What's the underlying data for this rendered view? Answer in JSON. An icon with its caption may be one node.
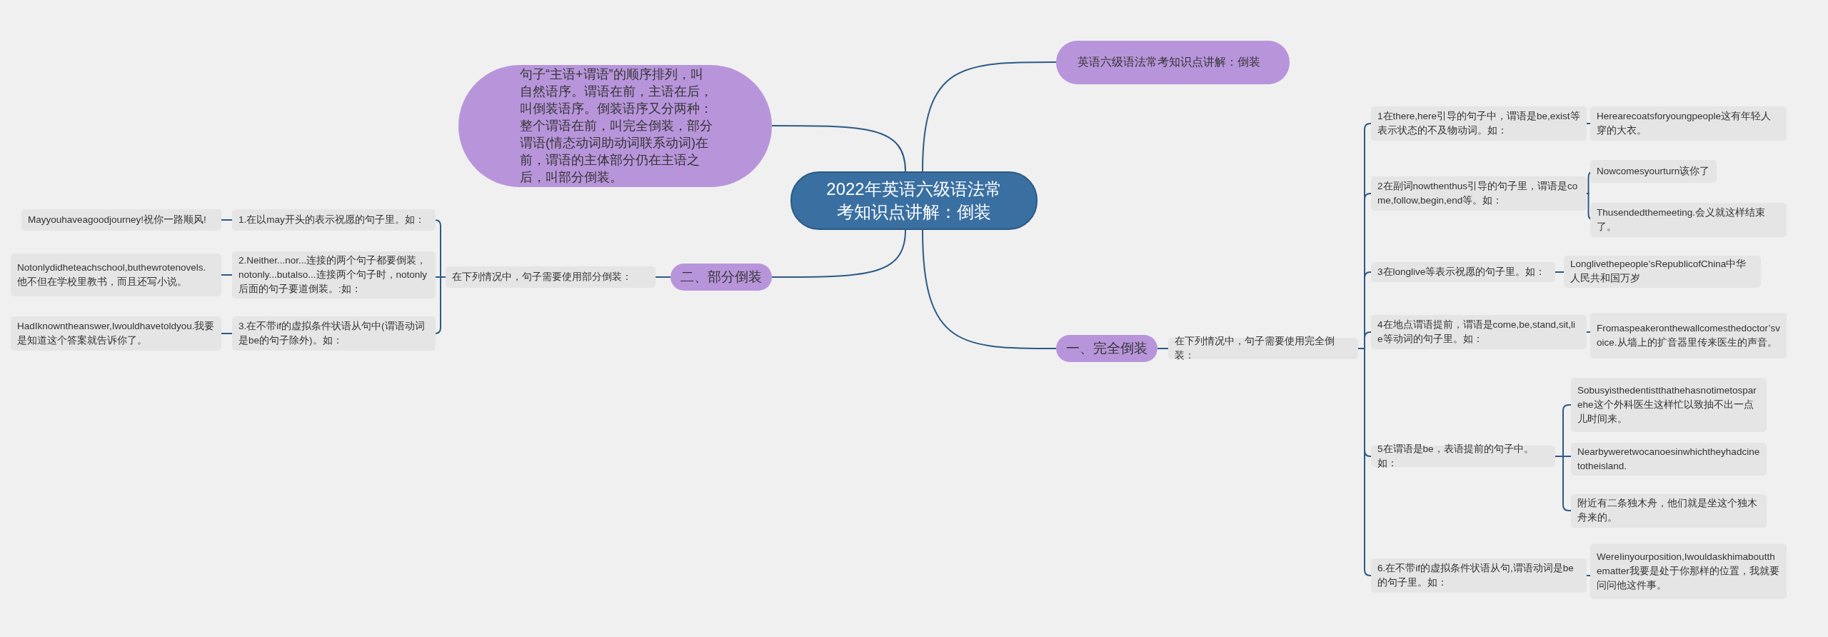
{
  "diagram": {
    "nodes": [
      {
        "text": [
          "2022年英语六级语法常考知识点讲解：倒装"
        ]
      },
      {
        "text": [
          "句子“主语+谓语”的顺序排列，叫自然语序。谓语在前，主语在后，叫倒装语序。倒装语序又分两种：整个谓语在前，叫完全倒装，部分谓语(情态动词助动词联系动词)在前，谓语的主体部分仍在主语之后，叫部分倒装。"
        ]
      },
      {
        "text": [
          "英语六级语法常考知识点讲解：倒装"
        ]
      },
      {
        "text": [
          "二、部分倒装"
        ]
      },
      {
        "text": [
          "在下列情况中，句子需要使用部分倒装："
        ]
      },
      {
        "text": [
          "1.在以may开头的表示祝愿的句子里。如："
        ]
      },
      {
        "text": [
          "2.Neither...nor...连接的两个句子都要倒装，notonly...butalso...连接两个句子时，notonly后面的句子要道倒装。:如："
        ]
      },
      {
        "text": [
          "3.在不带if的虚拟条件状语从句中(谓语动词是be的句子除外)。如："
        ]
      },
      {
        "text": [
          "Mayyouhaveagoodjourney!祝你一路顺风!"
        ]
      },
      {
        "text": [
          "Notonlydidheteachschool,buthewrotenovels.他不但在学校里教书，而且还写小说。"
        ]
      },
      {
        "text": [
          "HadIknowntheanswer,Iwouldhavetoldyou.我要是知道这个答案就告诉你了。"
        ]
      },
      {
        "text": [
          "一、完全倒装"
        ]
      },
      {
        "text": [
          "在下列情况中，句子需要使用完全倒装："
        ]
      },
      {
        "text": [
          "1在there,here引导的句子中，谓语是be,exist等表示状态的不及物动词。如："
        ]
      },
      {
        "text": [
          "2在副词nowthenthus引导的句子里，谓语是come,follow,begin,end等。如："
        ]
      },
      {
        "text": [
          "3在longlive等表示祝愿的句子里。如："
        ]
      },
      {
        "text": [
          "4在地点谓语提前，谓语是come,be,stand,sit,lie等动词的句子里。如："
        ]
      },
      {
        "text": [
          "5在谓语是be，表语提前的句子中。如："
        ]
      },
      {
        "text": [
          "6.在不带if的虚拟条件状语从句,谓语动词是be的句子里。如："
        ]
      },
      {
        "text": [
          "Herearecoatsforyoungpeople这有年轻人穿的大衣。"
        ]
      },
      {
        "text": [
          "Nowcomesyourturn该你了"
        ]
      },
      {
        "text": [
          "Thusendedthemeeting.会义就这样结束了。"
        ]
      },
      {
        "text": [
          "Longlivethepeople’sRepublicofChina中华人民共和国万岁"
        ]
      },
      {
        "text": [
          "Fromaspeakeronthewallcomesthedoctor’svoice.从墙上的扩音器里传来医生的声音。"
        ]
      },
      {
        "text": [
          "Sobusyisthedentistthathehasnotimetosparehe这个外科医生这样忙以致抽不出一点儿时间来。"
        ]
      },
      {
        "text": [
          "Nearbyweretwocanoesinwhichtheyhadcinetotheisland."
        ]
      },
      {
        "text": [
          "附近有二条独木舟，他们就是坐这个独木舟来的。"
        ]
      },
      {
        "text": [
          "WereIinyourposition,Iwouldaskhimaboutthematter我要是处于你那样的位置，我就要问问他这件事。"
        ]
      }
    ],
    "edges": [
      {
        "from": 0,
        "to": 1,
        "arrow": "none"
      },
      {
        "from": 0,
        "to": 2,
        "arrow": "none"
      },
      {
        "from": 0,
        "to": 3,
        "arrow": "none"
      },
      {
        "from": 0,
        "to": 11,
        "arrow": "none"
      },
      {
        "from": 3,
        "to": 4,
        "arrow": "none"
      },
      {
        "from": 4,
        "to": 5,
        "arrow": "none"
      },
      {
        "from": 4,
        "to": 6,
        "arrow": "none"
      },
      {
        "from": 4,
        "to": 7,
        "arrow": "none"
      },
      {
        "from": 5,
        "to": 8,
        "arrow": "none"
      },
      {
        "from": 6,
        "to": 9,
        "arrow": "none"
      },
      {
        "from": 7,
        "to": 10,
        "arrow": "none"
      },
      {
        "from": 11,
        "to": 12,
        "arrow": "none"
      },
      {
        "from": 12,
        "to": 13,
        "arrow": "none"
      },
      {
        "from": 12,
        "to": 14,
        "arrow": "none"
      },
      {
        "from": 12,
        "to": 15,
        "arrow": "none"
      },
      {
        "from": 12,
        "to": 16,
        "arrow": "none"
      },
      {
        "from": 12,
        "to": 17,
        "arrow": "none"
      },
      {
        "from": 12,
        "to": 18,
        "arrow": "none"
      },
      {
        "from": 13,
        "to": 19,
        "arrow": "none"
      },
      {
        "from": 14,
        "to": 20,
        "arrow": "none"
      },
      {
        "from": 14,
        "to": 21,
        "arrow": "none"
      },
      {
        "from": 15,
        "to": 22,
        "arrow": "none"
      },
      {
        "from": 16,
        "to": 23,
        "arrow": "none"
      },
      {
        "from": 17,
        "to": 24,
        "arrow": "none"
      },
      {
        "from": 17,
        "to": 25,
        "arrow": "none"
      },
      {
        "from": 17,
        "to": 26,
        "arrow": "none"
      },
      {
        "from": 18,
        "to": 27,
        "arrow": "none"
      }
    ]
  }
}
